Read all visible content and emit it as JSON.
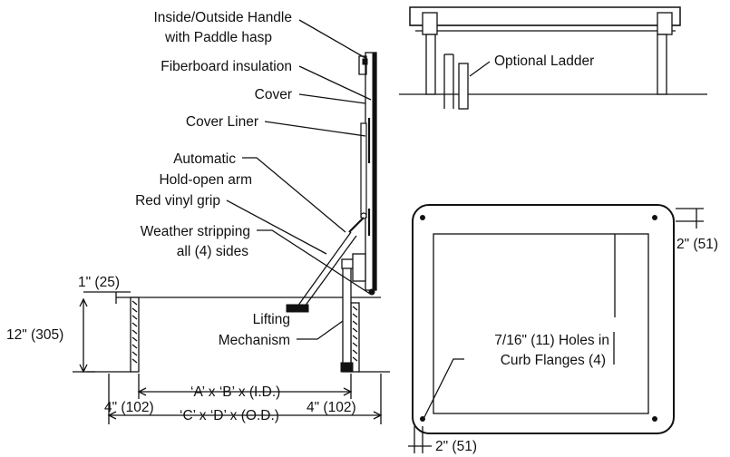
{
  "labels": {
    "handle_line1": "Inside/Outside Handle",
    "handle_line2": "with Paddle hasp",
    "insulation": "Fiberboard insulation",
    "cover": "Cover",
    "cover_liner": "Cover Liner",
    "arm_line1": "Automatic",
    "arm_line2": "Hold-open arm",
    "grip": "Red vinyl grip",
    "weather_line1": "Weather stripping",
    "weather_line2": "all (4) sides",
    "lifting_line1": "Lifting",
    "lifting_line2": "Mechanism",
    "ladder": "Optional Ladder",
    "holes_line1": "7/16\" (11) Holes in",
    "holes_line2": "Curb Flanges (4)"
  },
  "dimensions": {
    "flange_height": "1\" (25)",
    "curb_height": "12\" (305)",
    "inside_size": "‘A’ x ‘B’ x (I.D.)",
    "outside_size": "‘C’ x ‘D’ x (O.D.)",
    "left_flange": "4\" (102)",
    "right_flange": "4\" (102)",
    "plan_top_offset": "2\" (51)",
    "plan_bottom_offset": "2\" (51)"
  }
}
